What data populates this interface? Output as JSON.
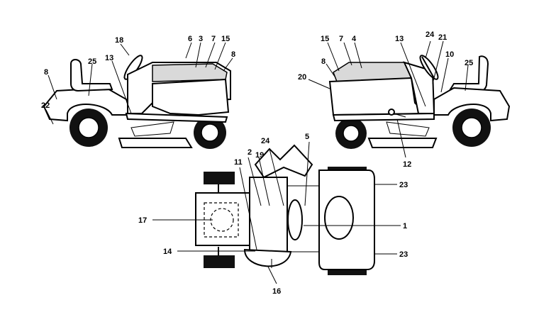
{
  "callouts": {
    "left_view": [
      "18",
      "6",
      "3",
      "7",
      "15",
      "8",
      "25",
      "13",
      "8",
      "22"
    ],
    "right_view": [
      "15",
      "7",
      "4",
      "13",
      "24",
      "21",
      "10",
      "8",
      "20",
      "25",
      "12"
    ],
    "top_view": [
      "2",
      "19",
      "24",
      "11",
      "5",
      "17",
      "1",
      "14",
      "16",
      "23",
      "23"
    ]
  },
  "colors": {
    "line": "#000000",
    "background": "#ffffff"
  }
}
